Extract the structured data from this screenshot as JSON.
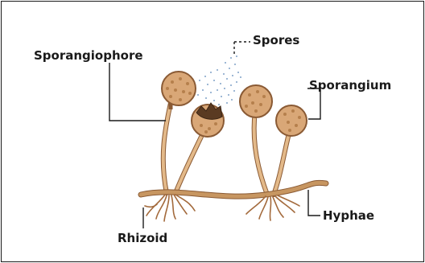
{
  "labels": {
    "sporangiophore": "Sporangiophore",
    "spores": "Spores",
    "sporangium": "Sporangium",
    "rhizoid": "Rhizoid",
    "hyphae": "Hyphae"
  },
  "colors": {
    "stalk": "#e3b989",
    "stalk_outline": "#8a5a34",
    "sporangium_fill": "#d9a777",
    "sporangium_spot": "#b57f4c",
    "hypha": "#c79661",
    "spore_dots": "#7fa2c8",
    "leader_line": "#1a1a1a"
  }
}
